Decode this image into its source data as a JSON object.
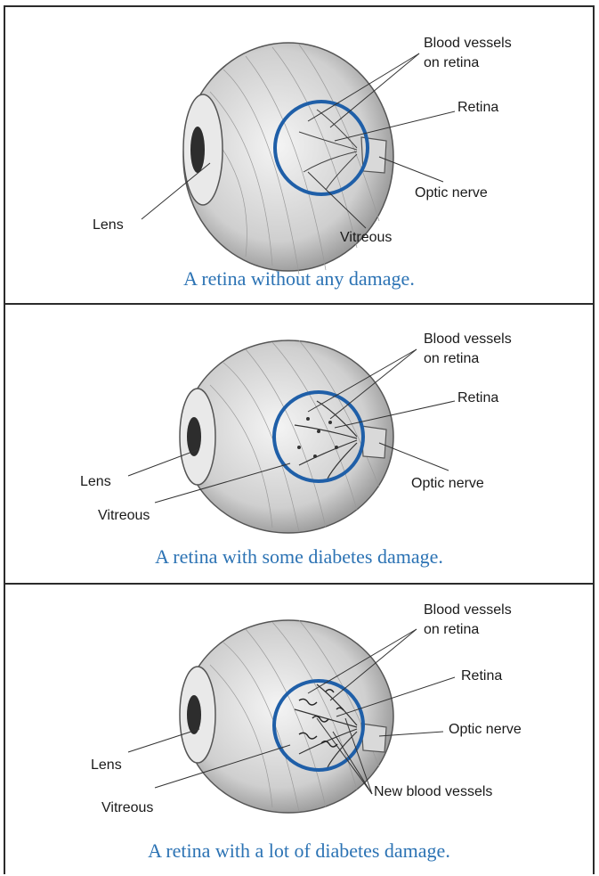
{
  "colors": {
    "caption": "#2c73b4",
    "highlight_ring": "#1f5fa8",
    "border": "#2b2b2b"
  },
  "panels": [
    {
      "caption": "A retina without any damage.",
      "labels": {
        "blood_vessels": "Blood vessels\non retina",
        "retina": "Retina",
        "optic_nerve": "Optic nerve",
        "lens": "Lens",
        "vitreous": "Vitreous"
      }
    },
    {
      "caption": "A retina with some diabetes damage.",
      "labels": {
        "blood_vessels": "Blood vessels\non retina",
        "retina": "Retina",
        "optic_nerve": "Optic nerve",
        "lens": "Lens",
        "vitreous": "Vitreous"
      }
    },
    {
      "caption": "A retina with a lot of diabetes damage.",
      "labels": {
        "blood_vessels": "Blood vessels\non retina",
        "retina": "Retina",
        "optic_nerve": "Optic nerve",
        "lens": "Lens",
        "vitreous": "Vitreous",
        "new_vessels": "New blood vessels"
      }
    }
  ]
}
